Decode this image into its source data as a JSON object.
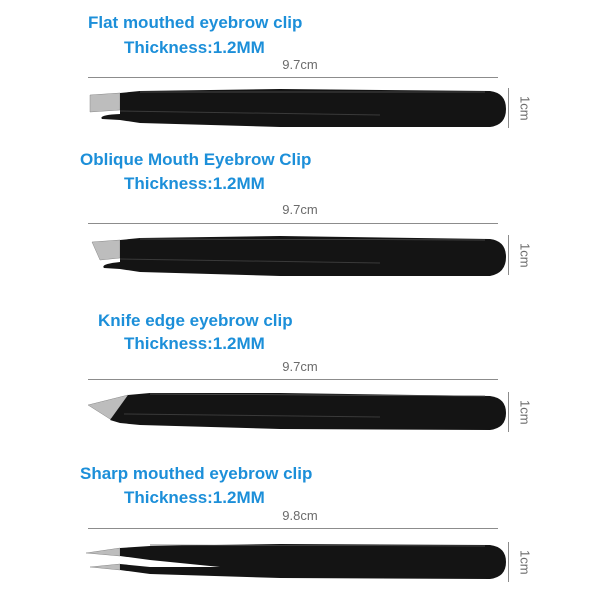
{
  "clips": [
    {
      "title": "Flat mouthed eyebrow clip",
      "thickness": "Thickness:1.2MM",
      "length": "9.7cm",
      "width": "1cm",
      "tip": "flat"
    },
    {
      "title": "Oblique Mouth Eyebrow Clip",
      "thickness": "Thickness:1.2MM",
      "length": "9.7cm",
      "width": "1cm",
      "tip": "oblique"
    },
    {
      "title": "Knife edge eyebrow clip",
      "thickness": "Thickness:1.2MM",
      "length": "9.7cm",
      "width": "1cm",
      "tip": "knife"
    },
    {
      "title": "Sharp mouthed eyebrow clip",
      "thickness": "Thickness:1.2MM",
      "length": "9.8cm",
      "width": "1cm",
      "tip": "pointed"
    }
  ],
  "colors": {
    "heading": "#1c8fd9",
    "body": "#141414",
    "steel": "#bdbdbd",
    "dimension": "#6b6b6b"
  }
}
